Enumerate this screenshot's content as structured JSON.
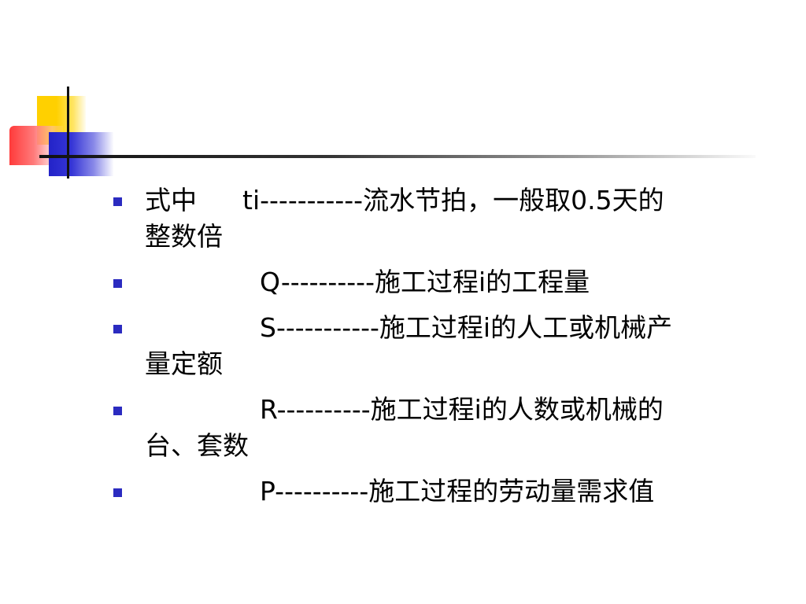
{
  "decor": {
    "colors": {
      "yellow": "#ffd000",
      "red": "#ff3b3b",
      "blue": "#2323c8",
      "line": "#111111",
      "bullet": "#2b2bc0"
    }
  },
  "items": [
    {
      "lead": "式中",
      "line1": "ti-----------流水节拍，一般取0.5天的",
      "line2": "整数倍"
    },
    {
      "line1": "Q----------施工过程i的工程量"
    },
    {
      "line1": "S-----------施工过程i的人工或机械产",
      "line2": "量定额"
    },
    {
      "line1": "R----------施工过程i的人数或机械的",
      "line2": "台、套数"
    },
    {
      "line1": "P----------施工过程的劳动量需求值"
    }
  ]
}
